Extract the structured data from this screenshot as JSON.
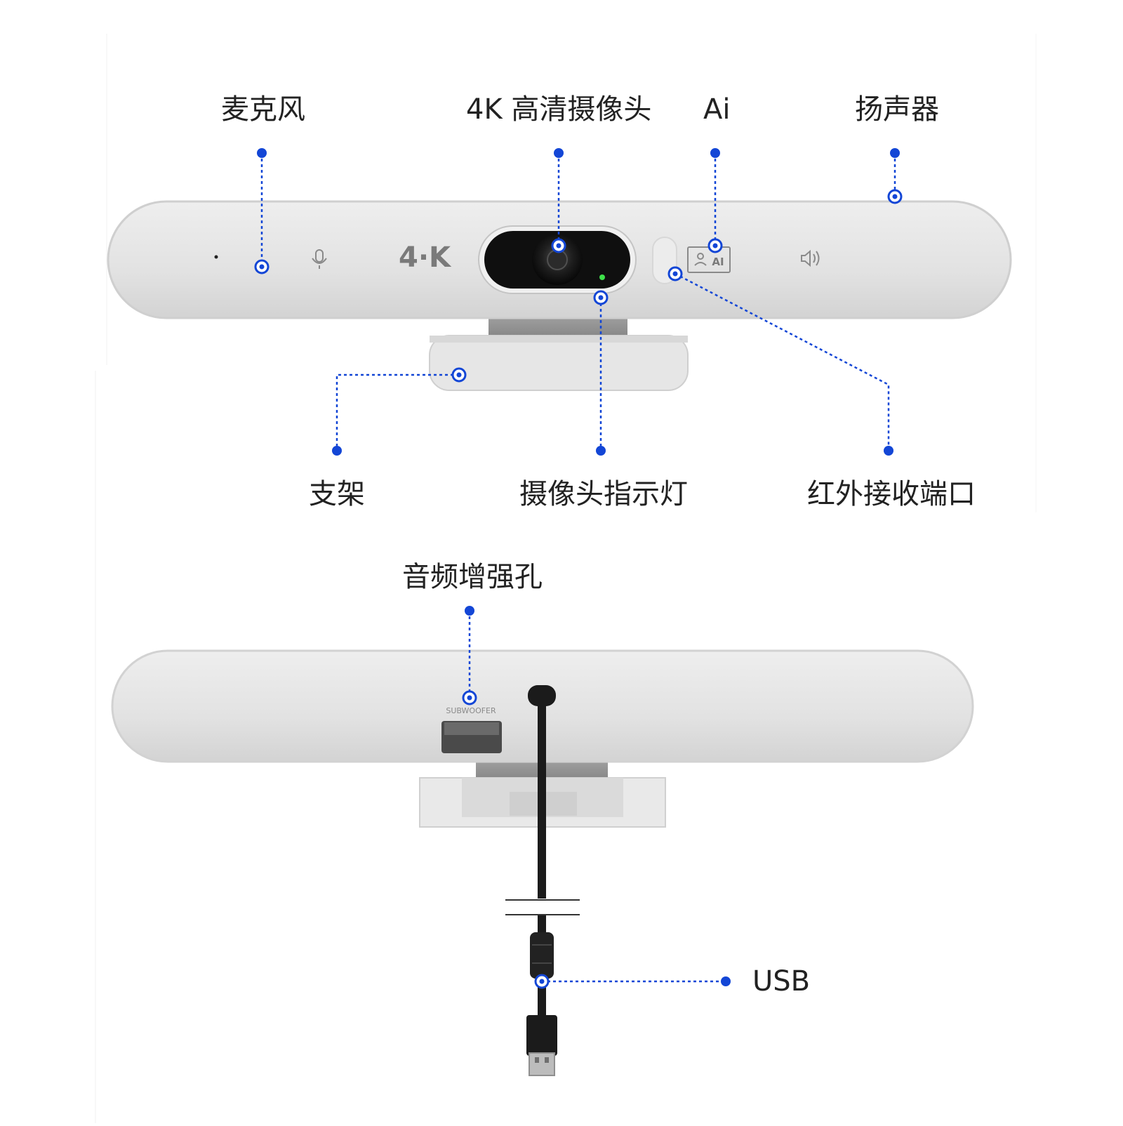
{
  "labels": {
    "microphone": "麦克风",
    "camera_4k": "4K 高清摄像头",
    "ai": "Ai",
    "speaker": "扬声器",
    "stand": "支架",
    "camera_indicator": "摄像头指示灯",
    "ir_receiver": "红外接收端口",
    "audio_port": "音频增强孔",
    "usb": "USB"
  },
  "device_text": {
    "brand_4k": "4·K",
    "ai_badge": "AI",
    "subwoofer": "SUBWOOFER"
  },
  "colors": {
    "callout": "#1346d6",
    "body": "#e3e3e3",
    "body_edge": "#c9c9c9",
    "cable": "#1b1b1b"
  },
  "icons": [
    "microphone-icon",
    "speaker-icon",
    "face-recognition-icon"
  ]
}
